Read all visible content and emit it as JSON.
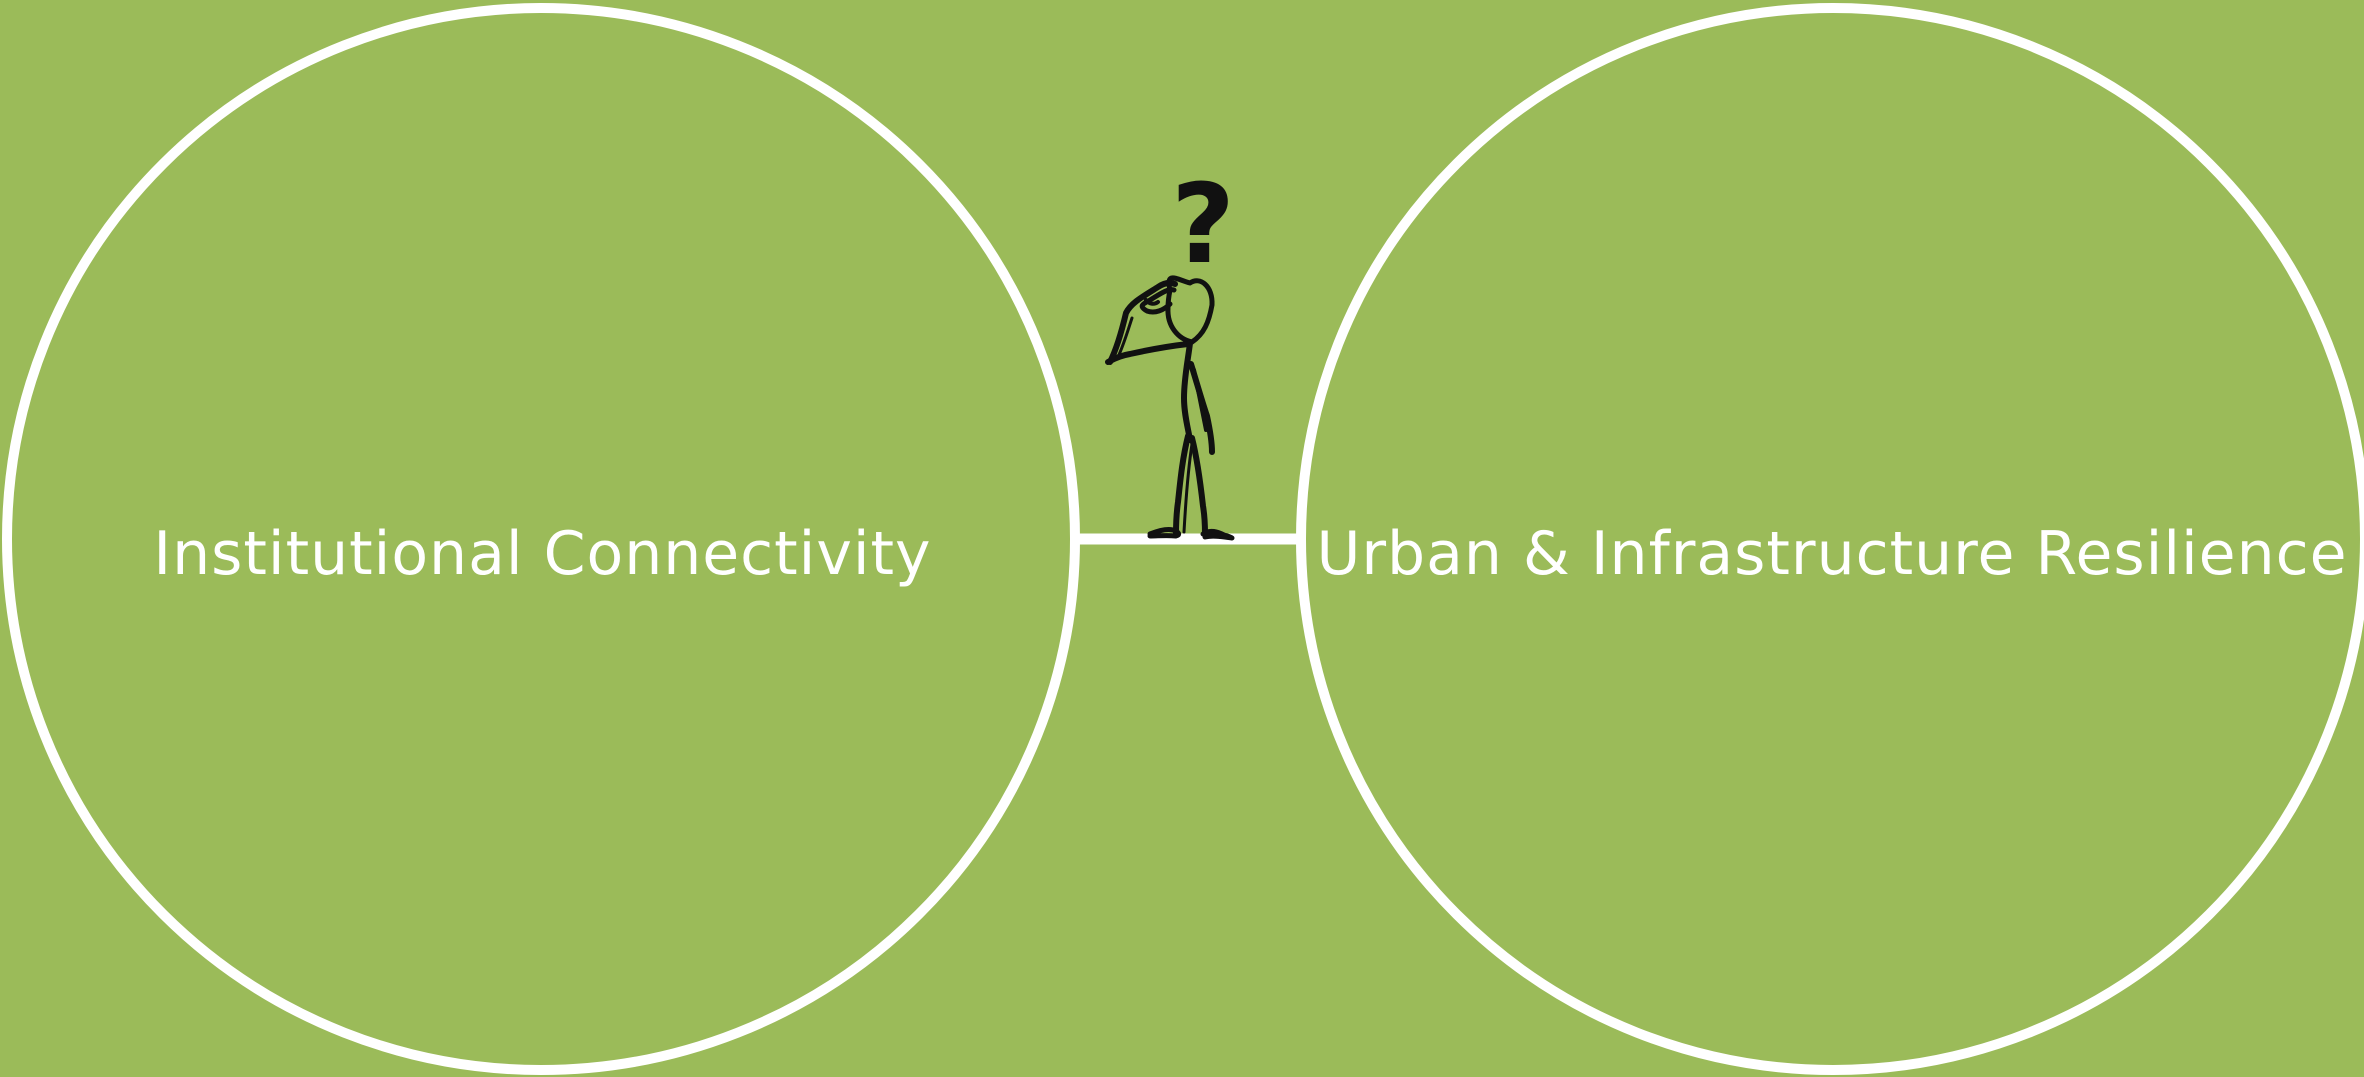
{
  "colors": {
    "background": "#9BBB59",
    "stroke": "#FFFFFF",
    "label": "#FFFFFF",
    "figure": "#111111"
  },
  "diagram": {
    "left_circle": {
      "label": "Institutional Connectivity"
    },
    "right_circle": {
      "label": "Urban & Infrastructure Resilience"
    },
    "bridge": {
      "icon": "bridge-line"
    },
    "figure": {
      "icon": "confused-stick-figure-icon"
    },
    "question_mark": {
      "icon": "question-mark-icon",
      "glyph": "?"
    }
  }
}
